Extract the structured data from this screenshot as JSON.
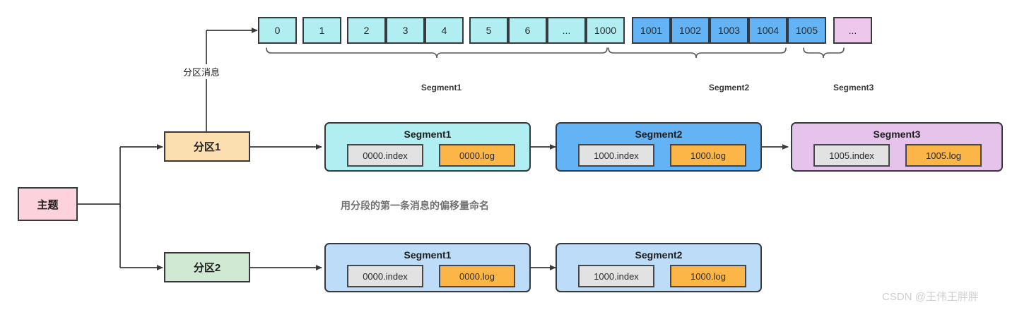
{
  "diagram": {
    "title": "Kafka topic partition segment diagram",
    "colors": {
      "topic": "#fcd3dc",
      "partition1": "#fbdfb0",
      "partition2": "#cfe9d2",
      "segment1_cyan": "#b0eef2",
      "segment2_blue": "#63b3f5",
      "segment3_violet": "#e6c3ea",
      "segment_lightblue": "#bcdcf7",
      "index_chip": "#e2e2e2",
      "log_chip": "#fcb647",
      "stroke": "#36393d"
    }
  },
  "offset_strip": {
    "groups": [
      {
        "name": "Segment1",
        "label": "Segment1",
        "color_class": "cyan",
        "runs": [
          {
            "cells": [
              "0"
            ]
          },
          {
            "cells": [
              "1"
            ]
          },
          {
            "cells": [
              "2",
              "3",
              "4"
            ]
          },
          {
            "cells": [
              "5",
              "6",
              "...",
              "1000"
            ]
          }
        ]
      },
      {
        "name": "Segment2",
        "label": "Segment2",
        "color_class": "blue",
        "runs": [
          {
            "cells": [
              "1001",
              "1002",
              "1003",
              "1004",
              "1005"
            ]
          }
        ]
      },
      {
        "name": "Segment3",
        "label": "Segment3",
        "color_class": "violet",
        "runs": [
          {
            "cells": [
              "..."
            ]
          }
        ]
      }
    ]
  },
  "nodes": {
    "topic": "主题",
    "partition1": "分区1",
    "partition2": "分区2"
  },
  "edge_labels": {
    "partition_messages": "分区消息"
  },
  "notes": {
    "naming_rule": "用分段的第一条消息的偏移量命名"
  },
  "partition1_segments": [
    {
      "title": "Segment1",
      "color_class": "cyan",
      "index_file": "0000.index",
      "log_file": "0000.log"
    },
    {
      "title": "Segment2",
      "color_class": "blue",
      "index_file": "1000.index",
      "log_file": "1000.log"
    },
    {
      "title": "Segment3",
      "color_class": "violet",
      "index_file": "1005.index",
      "log_file": "1005.log"
    }
  ],
  "partition2_segments": [
    {
      "title": "Segment1",
      "color_class": "lightblue",
      "index_file": "0000.index",
      "log_file": "0000.log"
    },
    {
      "title": "Segment2",
      "color_class": "lightblue",
      "index_file": "1000.index",
      "log_file": "1000.log"
    }
  ],
  "watermark": "CSDN @王伟王胖胖"
}
